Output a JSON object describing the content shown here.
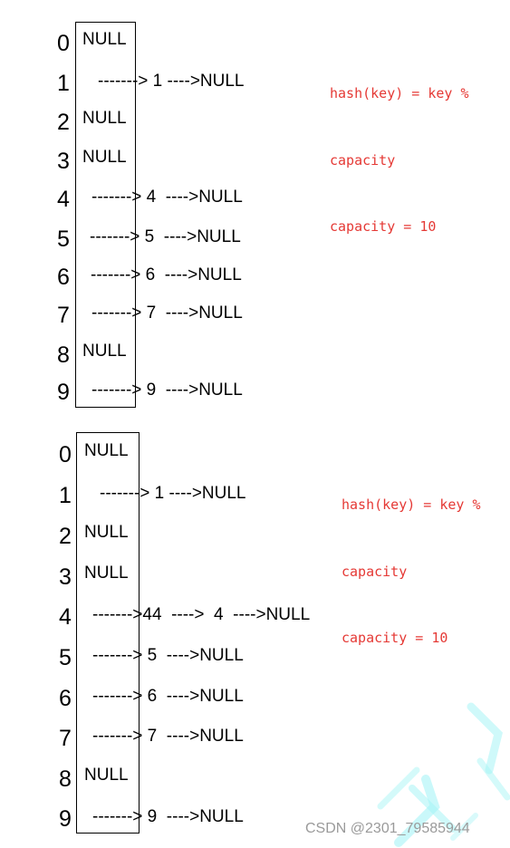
{
  "colors": {
    "note": "#e53935",
    "text": "#000000",
    "watermark": "#9a9a9a",
    "decor": "#9ff3f5"
  },
  "panels": [
    {
      "note": [
        "hash(key) = key %",
        "capacity",
        "capacity = 10"
      ],
      "rows": [
        {
          "index": "0",
          "null": "NULL",
          "chain": ""
        },
        {
          "index": "1",
          "null": "",
          "chain": "-------> 1 ---->NULL"
        },
        {
          "index": "2",
          "null": "NULL",
          "chain": ""
        },
        {
          "index": "3",
          "null": "NULL",
          "chain": ""
        },
        {
          "index": "4",
          "null": "",
          "chain": "-------> 4  ---->NULL"
        },
        {
          "index": "5",
          "null": "",
          "chain": "-------> 5  ---->NULL"
        },
        {
          "index": "6",
          "null": "",
          "chain": "-------> 6  ---->NULL"
        },
        {
          "index": "7",
          "null": "",
          "chain": "-------> 7  ---->NULL"
        },
        {
          "index": "8",
          "null": "NULL",
          "chain": ""
        },
        {
          "index": "9",
          "null": "",
          "chain": "-------> 9  ---->NULL"
        }
      ]
    },
    {
      "note": [
        "hash(key) = key %",
        "capacity",
        "capacity = 10"
      ],
      "rows": [
        {
          "index": "0",
          "null": "NULL",
          "chain": ""
        },
        {
          "index": "1",
          "null": "",
          "chain": "-------> 1 ---->NULL"
        },
        {
          "index": "2",
          "null": "NULL",
          "chain": ""
        },
        {
          "index": "3",
          "null": "NULL",
          "chain": ""
        },
        {
          "index": "4",
          "null": "",
          "chain": "------->44  ---->  4  ---->NULL"
        },
        {
          "index": "5",
          "null": "",
          "chain": "-------> 5  ---->NULL"
        },
        {
          "index": "6",
          "null": "",
          "chain": "-------> 6  ---->NULL"
        },
        {
          "index": "7",
          "null": "",
          "chain": "-------> 7  ---->NULL"
        },
        {
          "index": "8",
          "null": "NULL",
          "chain": ""
        },
        {
          "index": "9",
          "null": "",
          "chain": "-------> 9  ---->NULL"
        }
      ]
    }
  ],
  "watermark": "CSDN @2301_79585944"
}
